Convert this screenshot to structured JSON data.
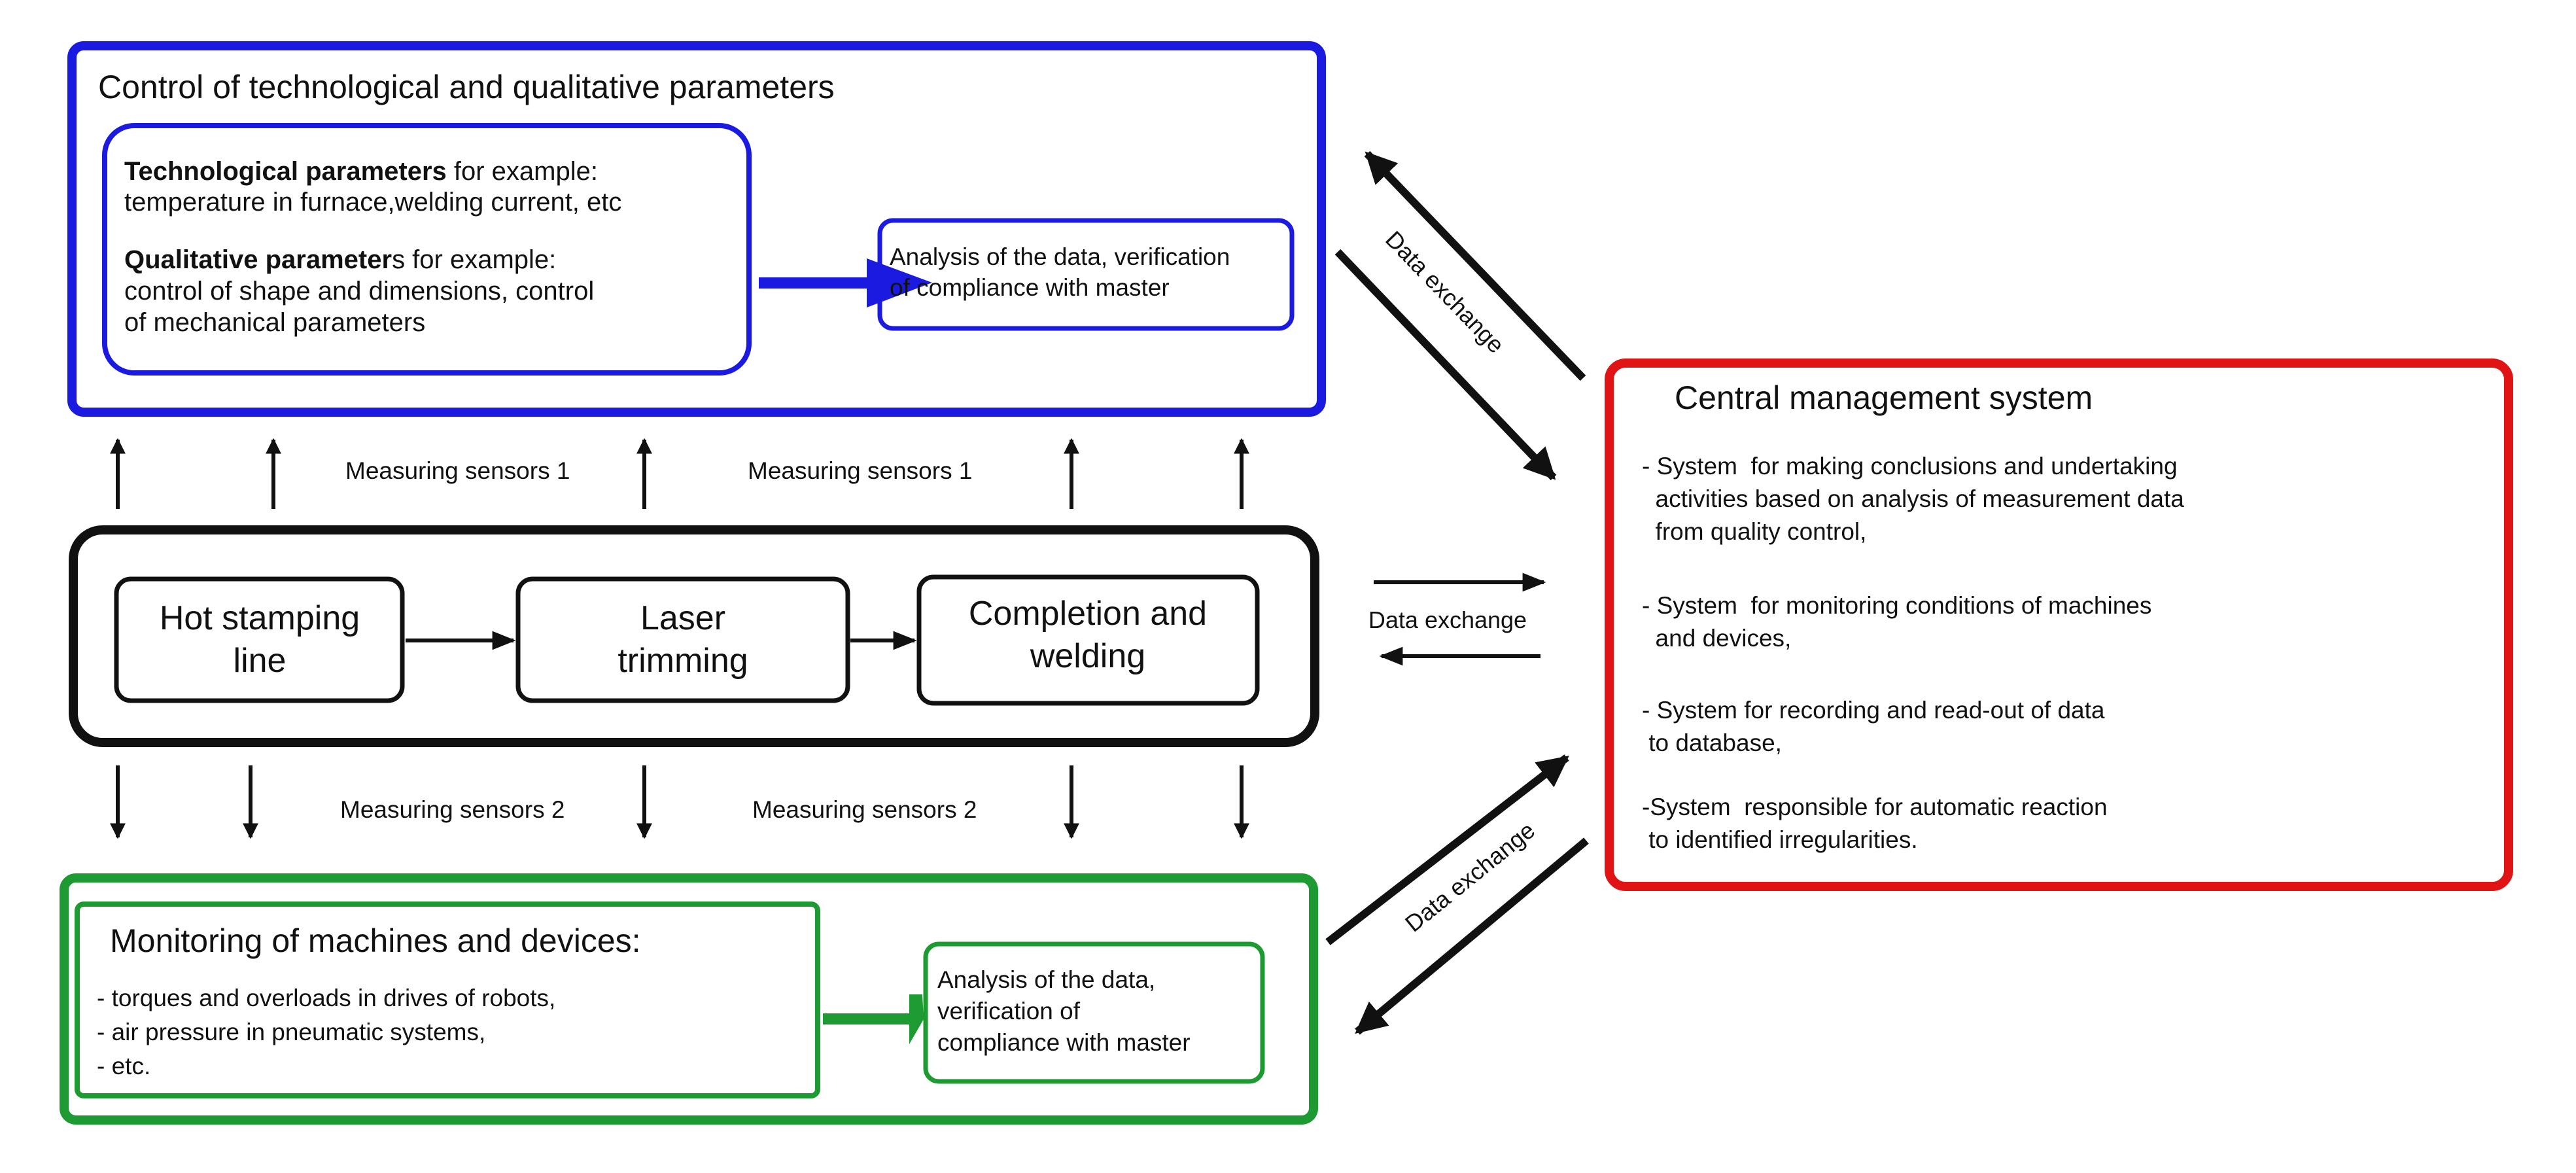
{
  "colors": {
    "control": "#1a1ae0",
    "monitoring": "#1e9a32",
    "central": "#e01414",
    "process": "#111111"
  },
  "control": {
    "title": "Control of technological and qualitative parameters",
    "tech_bold": "Technological parameters",
    "tech_rest": " for example:",
    "tech_line2": "temperature in furnace,welding current, etc",
    "qual_bold": "Qualitative parameter",
    "qual_rest": "s for example:",
    "qual_line2": "control of shape and dimensions, control",
    "qual_line3": "of mechanical parameters",
    "analysis_line1": "Analysis of the data, verification",
    "analysis_line2": " of compliance with master"
  },
  "sensors": {
    "top_label": "Measuring sensors  1",
    "bottom_label": "Measuring sensors  2"
  },
  "process": {
    "hot_stamping": [
      "Hot stamping",
      "line"
    ],
    "laser_trimming": [
      "Laser",
      "trimming"
    ],
    "completion_welding": [
      "Completion and",
      "welding"
    ]
  },
  "data_exchange": "Data exchange",
  "monitoring": {
    "title": "Monitoring of machines and devices:",
    "items": [
      "- torques and overloads in drives of robots,",
      "- air pressure in pneumatic systems,",
      "- etc."
    ],
    "analysis": [
      "Analysis of the data,",
      "verification of",
      "compliance with master"
    ]
  },
  "central": {
    "title": "Central management system",
    "items": [
      [
        "- System  for making conclusions and undertaking",
        "  activities based on analysis of measurement data",
        "  from quality control,"
      ],
      [
        "- System  for monitoring conditions of machines",
        "  and devices,"
      ],
      [
        "- System for recording and read-out of data",
        " to database,"
      ],
      [
        "-System  responsible for automatic reaction",
        " to identified irregularities."
      ]
    ]
  }
}
